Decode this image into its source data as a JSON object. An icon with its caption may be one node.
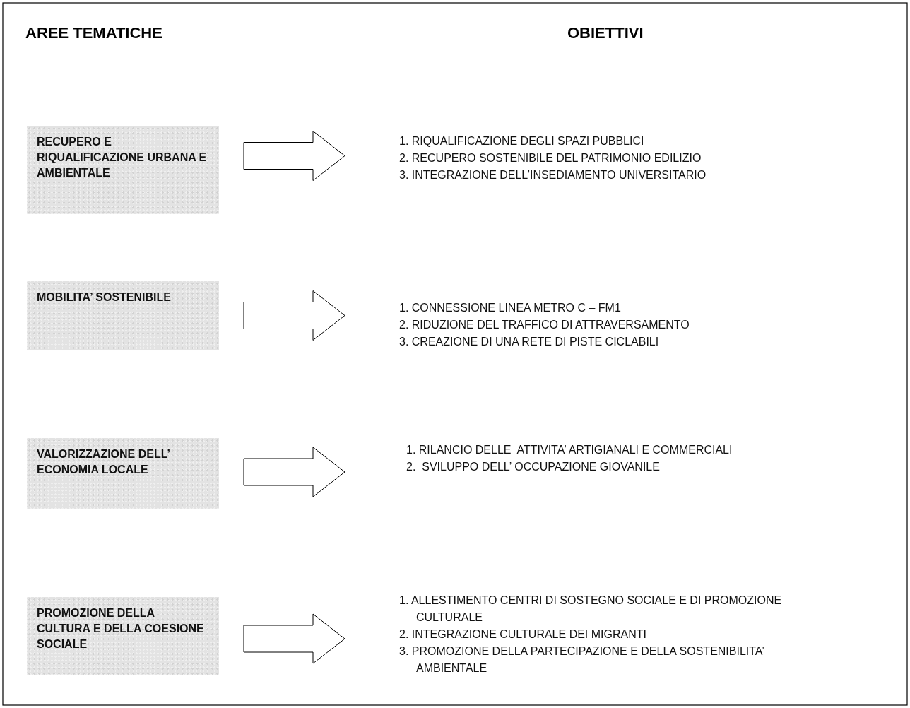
{
  "diagram": {
    "nodes": [
      {
        "text": [
          "RECUPERO E RIQUALIFICAZIONE URBANA E AMBIENTALE"
        ]
      },
      {
        "text": [
          "1. RIQUALIFICAZIONE DEGLI SPAZI PUBBLICI",
          "2. RECUPERO SOSTENIBILE DEL PATRIMONIO EDILIZIO",
          "3. INTEGRAZIONE DELL’INSEDIAMENTO UNIVERSITARIO"
        ]
      },
      {
        "text": [
          "MOBILITA’ SOSTENIBILE"
        ]
      },
      {
        "text": [
          "1. CONNESSIONE LINEA METRO C – FM1",
          "2. RIDUZIONE DEL TRAFFICO DI ATTRAVERSAMENTO",
          "3. CREAZIONE DI UNA RETE DI PISTE CICLABILI"
        ]
      },
      {
        "text": [
          "VALORIZZAZIONE DELL’ ECONOMIA LOCALE"
        ]
      },
      {
        "text": [
          "1. RILANCIO DELLE  ATTIVITA’ ARTIGIANALI E COMMERCIALI",
          "2.  SVILUPPO DELL’ OCCUPAZIONE GIOVANILE"
        ]
      },
      {
        "text": [
          "PROMOZIONE  DELLA CULTURA E DELLA COESIONE SOCIALE"
        ]
      },
      {
        "text": [
          "1. ALLESTIMENTO CENTRI DI SOSTEGNO SOCIALE E DI PROMOZIONE CULTURALE",
          "2. INTEGRAZIONE CULTURALE DEI MIGRANTI",
          "3. PROMOZIONE DELLA PARTECIPAZIONE E DELLA SOSTENIBILITA’ AMBIENTALE"
        ]
      }
    ],
    "edges": [
      {
        "from": 0,
        "to": 1,
        "arrow": "to"
      },
      {
        "from": 2,
        "to": 3,
        "arrow": "to"
      },
      {
        "from": 4,
        "to": 5,
        "arrow": "to"
      },
      {
        "from": 6,
        "to": 7,
        "arrow": "to"
      }
    ],
    "labels": [
      "AREE TEMATICHE",
      "OBIETTIVI"
    ]
  }
}
